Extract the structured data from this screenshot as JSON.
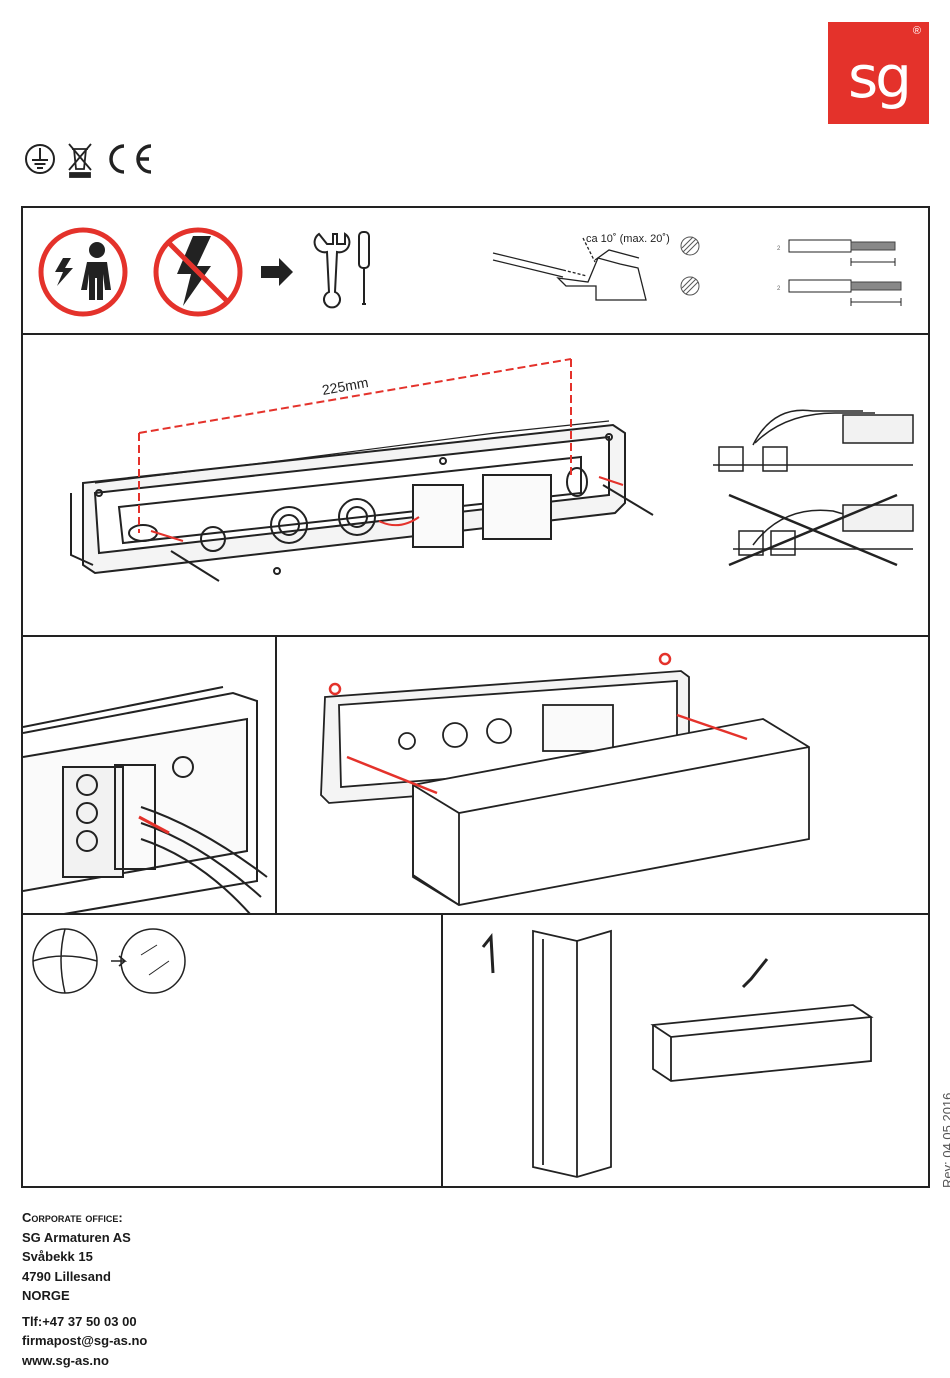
{
  "brand": {
    "logo_text": "sg",
    "registered_mark": "®",
    "color": "#e4322b"
  },
  "symbols": [
    "earth-ground-icon",
    "weee-crossed-bin-icon",
    "ce-mark-icon"
  ],
  "step1": {
    "icons": [
      "qualified-electrician-icon",
      "power-off-icon",
      "arrow-right-icon",
      "wrench-icon",
      "screwdriver-icon"
    ],
    "wire_bend_label": "ca 10˚ (max. 20˚)",
    "strip_mark": "2"
  },
  "step2": {
    "dimension_label": "225mm"
  },
  "revision": "Rev: 04.05.2016",
  "accent_color": "#e4322b",
  "footer": {
    "heading": "Corporate office:",
    "company": "SG Armaturen AS",
    "street": "Svåbekk 15",
    "postal": "4790 Lillesand",
    "country": "NORGE",
    "phone": "Tlf:+47 37 50 03 00",
    "email": "firmapost@sg-as.no",
    "web": "www.sg-as.no"
  }
}
